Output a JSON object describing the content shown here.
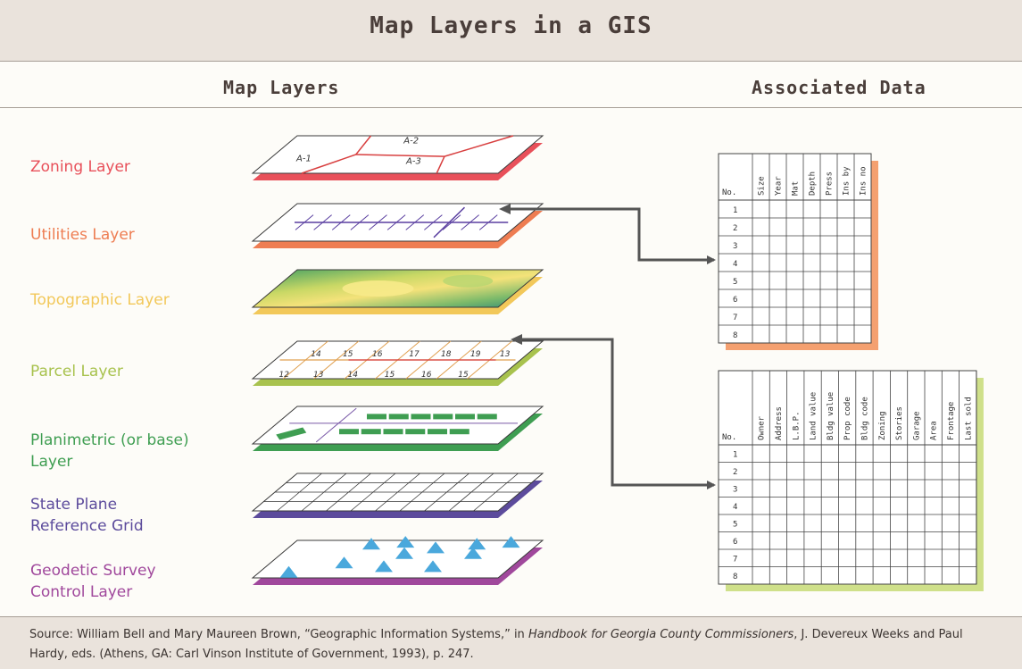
{
  "title": "Map Layers in a GIS",
  "columns": {
    "left": "Map Layers",
    "right": "Associated Data"
  },
  "layers": [
    {
      "label": "Zoning Layer",
      "color": "#e8505a"
    },
    {
      "label": "Utilities Layer",
      "color": "#ee7d52"
    },
    {
      "label": "Topographic Layer",
      "color": "#f2c85a"
    },
    {
      "label": "Parcel Layer",
      "color": "#a8c24e"
    },
    {
      "label": "Planimetric (or base)\nLayer",
      "color": "#3f9e52"
    },
    {
      "label": "State Plane\nReference Grid",
      "color": "#5c4b9c"
    },
    {
      "label": "Geodetic Survey\nControl Layer",
      "color": "#a0489c"
    }
  ],
  "zoning_labels": [
    "A-1",
    "A-2",
    "A-3"
  ],
  "parcel_labels": [
    "14",
    "15",
    "16",
    "17",
    "18",
    "19",
    "13",
    "12",
    "13",
    "14",
    "15",
    "16",
    "15"
  ],
  "table1": {
    "color": "#f4a070",
    "no_header": "No.",
    "headers": [
      "Size",
      "Year",
      "Mat",
      "Depth",
      "Press",
      "Ins by",
      "Ins no"
    ],
    "rows": [
      "1",
      "2",
      "3",
      "4",
      "5",
      "6",
      "7",
      "8"
    ]
  },
  "table2": {
    "color": "#cfe08a",
    "no_header": "No.",
    "headers": [
      "Owner",
      "Address",
      "L.B.P.",
      "Land value",
      "Bldg value",
      "Prop code",
      "Bldg code",
      "Zoning",
      "Stories",
      "Garage",
      "Area",
      "Frontage",
      "Last sold"
    ],
    "rows": [
      "1",
      "2",
      "3",
      "4",
      "5",
      "6",
      "7",
      "8"
    ]
  },
  "footer": {
    "prefix": "Source: William Bell and Mary Maureen Brown, “Geographic Information Systems,” in ",
    "italic": "Handbook for Georgia County Commissioners",
    "suffix": ", J. Devereux Weeks and Paul Hardy, eds. (Athens, GA: Carl Vinson Institute of Government, 1993), p. 247."
  },
  "colors": {
    "arrow": "#555555",
    "text": "#4a3e3a"
  }
}
